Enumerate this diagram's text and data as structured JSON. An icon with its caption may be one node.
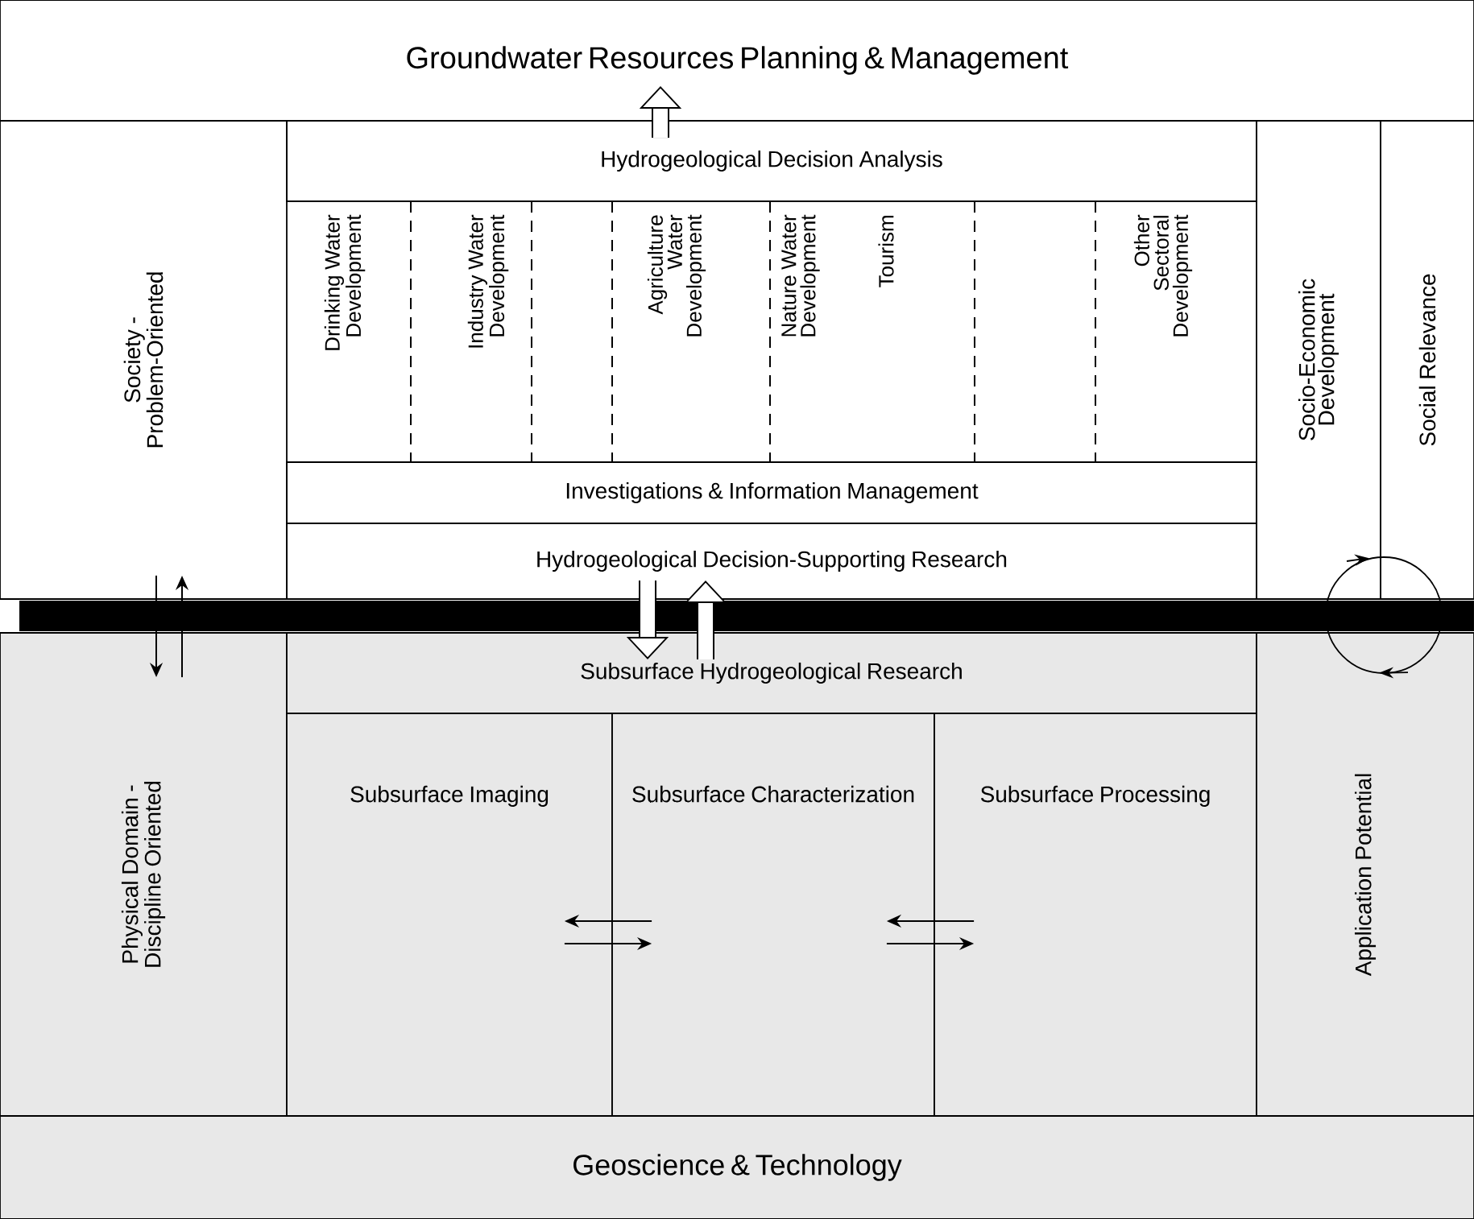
{
  "diagram": {
    "nodes": [
      {
        "text": [
          "Groundwater Resources Planning & Management"
        ]
      },
      {
        "text": [
          "Society - Problem-Oriented"
        ]
      },
      {
        "text": [
          "Hydrogeological Decision Analysis"
        ]
      },
      {
        "text": [
          "Drinking Water Development"
        ]
      },
      {
        "text": [
          "Industry Water Development"
        ]
      },
      {
        "text": [
          "Agriculture Water Development"
        ]
      },
      {
        "text": [
          "Nature Water Development"
        ]
      },
      {
        "text": [
          "Tourism"
        ]
      },
      {
        "text": [
          "Other Sectoral Development"
        ]
      },
      {
        "text": [
          "Investigations & Information Management"
        ]
      },
      {
        "text": [
          "Hydrogeological Decision-Supporting Research"
        ]
      },
      {
        "text": [
          "Socio-Economic Development"
        ]
      },
      {
        "text": [
          "Social Relevance"
        ]
      },
      {
        "text": [
          "Physical Domain - Discipline Oriented"
        ]
      },
      {
        "text": [
          "Subsurface Hydrogeological Research"
        ]
      },
      {
        "text": [
          "Subsurface Imaging"
        ]
      },
      {
        "text": [
          "Subsurface Characterization"
        ]
      },
      {
        "text": [
          "Subsurface Processing"
        ]
      },
      {
        "text": [
          "Application Potential"
        ]
      },
      {
        "text": [
          "Geoscience & Technology"
        ]
      }
    ],
    "edges": [
      {
        "from": 2,
        "to": 0,
        "arrow": "to",
        "style": "thick"
      },
      {
        "from": 10,
        "to": 14,
        "arrow": "to",
        "style": "thick"
      },
      {
        "from": 14,
        "to": 10,
        "arrow": "to",
        "style": "thick"
      },
      {
        "from": 1,
        "to": 13,
        "arrow": "to"
      },
      {
        "from": 13,
        "to": 1,
        "arrow": "to"
      },
      {
        "from": 16,
        "to": 15,
        "arrow": "to"
      },
      {
        "from": 15,
        "to": 16,
        "arrow": "to"
      },
      {
        "from": 17,
        "to": 16,
        "arrow": "to"
      },
      {
        "from": 16,
        "to": 17,
        "arrow": "to"
      }
    ]
  }
}
